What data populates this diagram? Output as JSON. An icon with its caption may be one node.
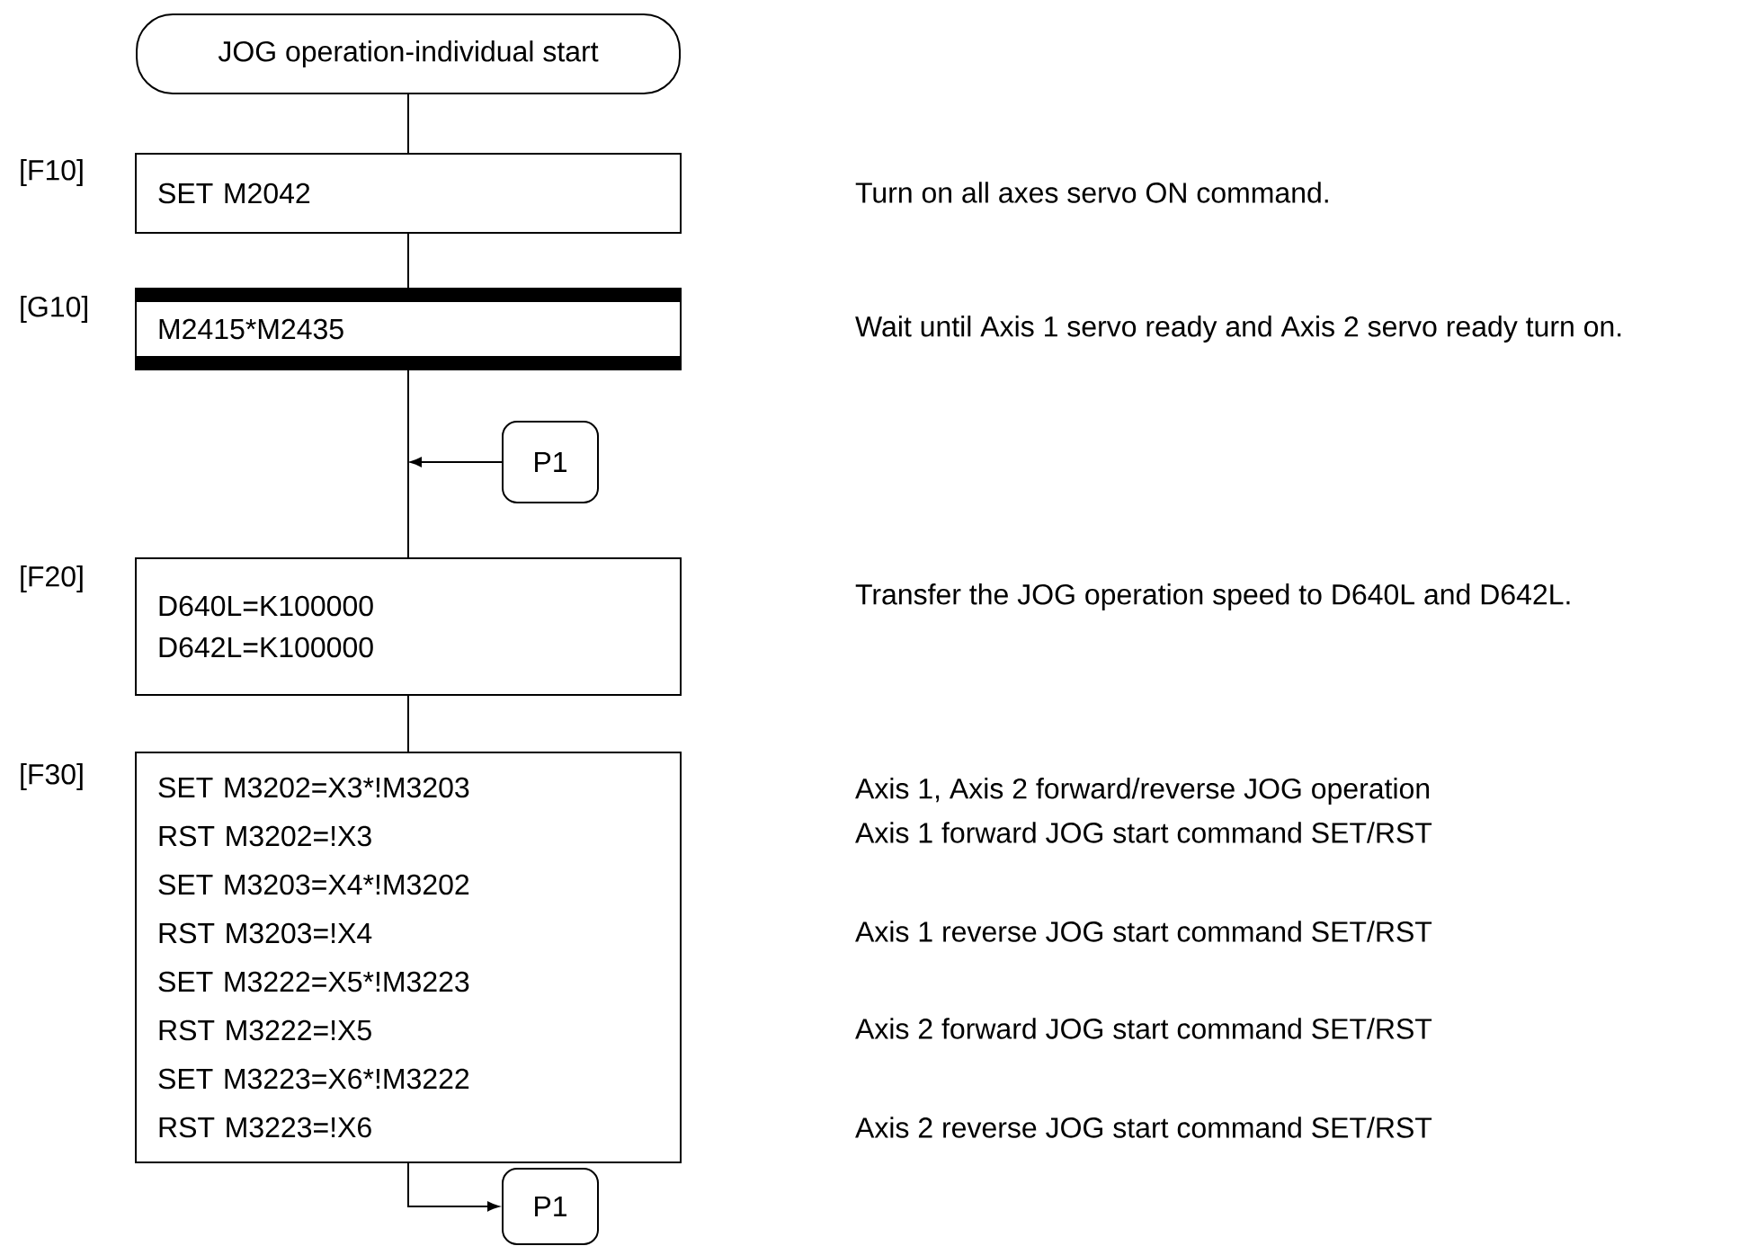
{
  "diagram": {
    "nodes": [
      {
        "text": [
          "JOG operation-individual start"
        ]
      },
      {
        "text": [
          "SET M2042"
        ],
        "beside": [
          "[F10]"
        ]
      },
      {
        "text": [
          "M2415*M2435"
        ],
        "beside": [
          "[G10]"
        ]
      },
      {
        "text": [
          "P1"
        ]
      },
      {
        "text": [
          "D640L=K100000",
          "D642L=K100000"
        ],
        "beside": [
          "[F20]"
        ]
      },
      {
        "text": [
          "SET M3202=X3*!M3203",
          "RST M3202=!X3",
          "SET M3203=X4*!M3202",
          "RST M3203=!X4",
          "SET M3222=X5*!M3223",
          "RST M3222=!X5",
          "SET M3223=X6*!M3222",
          "RST M3223=!X6"
        ],
        "beside": [
          "[F30]"
        ]
      },
      {
        "text": [
          "P1"
        ]
      }
    ],
    "edges": [
      {
        "from": 0,
        "to": 1,
        "arrow": "none"
      },
      {
        "from": 1,
        "to": 2,
        "arrow": "none"
      },
      {
        "from": 2,
        "to": 4,
        "arrow": "none"
      },
      {
        "from": 3,
        "to": null,
        "arrow": "to"
      },
      {
        "from": 4,
        "to": 5,
        "arrow": "none"
      },
      {
        "from": 5,
        "to": 6,
        "arrow": "to"
      }
    ],
    "labels": [
      "Turn on all axes servo ON command.",
      "Wait until Axis 1 servo ready and Axis 2 servo ready turn on.",
      "Transfer the JOG operation speed to D640L and D642L.",
      "Axis 1, Axis 2 forward/reverse JOG operation",
      "Axis 1 forward JOG start command SET/RST",
      "Axis 1 reverse JOG start command SET/RST",
      "Axis 2 forward JOG start command SET/RST",
      "Axis 2 reverse JOG start command SET/RST"
    ]
  }
}
